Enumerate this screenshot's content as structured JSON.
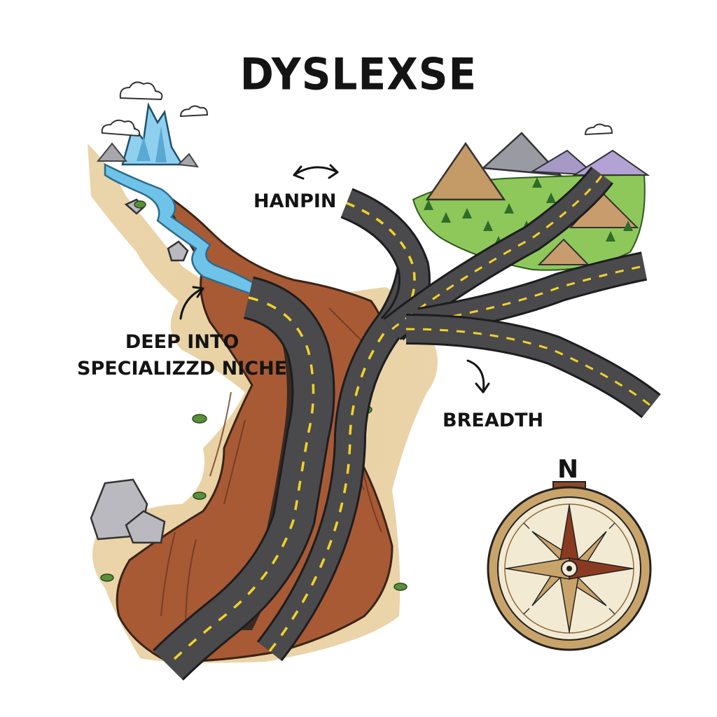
{
  "title": "DYSLEXSE",
  "labels": {
    "hanpin": "HANPIN",
    "deep_line1": "DEEP INTO",
    "deep_line2": "SPECIALIZZD NICHE",
    "breadth": "BREADTH",
    "compass_north": "N"
  },
  "icons": {
    "compass": "compass-rose-icon",
    "mountains": "mountain-range",
    "waterfall": "waterfall",
    "clouds": "cloud-icon"
  },
  "colors": {
    "road": "#4a4a4c",
    "road_line": "#f2d22a",
    "canyon": "#a85a35",
    "sand": "#e6cc9a",
    "water": "#6fc3e8",
    "grass": "#8ec85a",
    "compass_ring": "#c9a46a",
    "compass_face": "#f3ead4"
  }
}
